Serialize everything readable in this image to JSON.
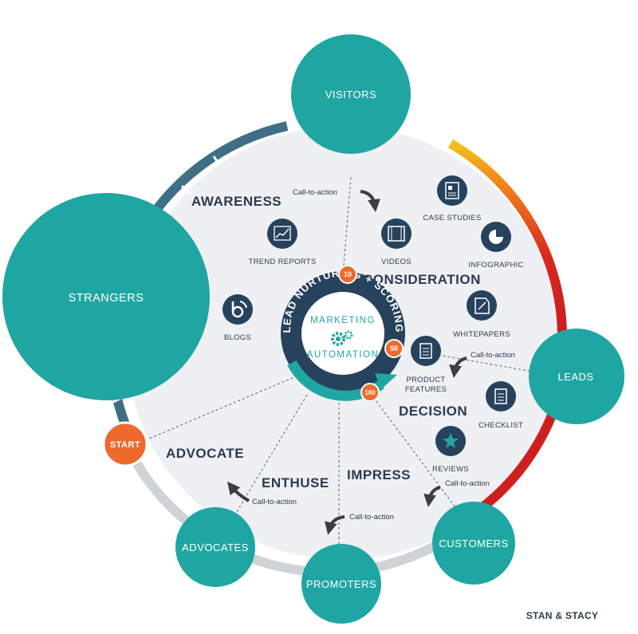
{
  "colors": {
    "teal": "#1fa6a2",
    "navy": "#26425c",
    "orange": "#ec6a2c",
    "ring_gray": "#d0d3d6",
    "ring_blue": "#3f6f84",
    "text": "#2d3a4f"
  },
  "nodes": {
    "visitors": "VISITORS",
    "strangers": "STRANGERS",
    "leads": "LEADS",
    "customers": "CUSTOMERS",
    "promoters": "PROMOTERS",
    "advocates": "ADVOCATES"
  },
  "stages": {
    "awareness": "AWARENESS",
    "consideration": "CONSIDERATION",
    "decision": "DECISION",
    "advocate": "ADVOCATE",
    "enthuse": "ENTHUSE",
    "impress": "IMPRESS"
  },
  "content": {
    "trend_reports": "TREND REPORTS",
    "blogs": "BLOGS",
    "videos": "VIDEOS",
    "case_studies": "CASE STUDIES",
    "infographic": "INFOGRAPHIC",
    "whitepapers": "WHITEPAPERS",
    "product_features_1": "PRODUCT",
    "product_features_2": "FEATURES",
    "checklist": "CHECKLIST",
    "reviews": "REVIEWS"
  },
  "cta": {
    "top": "Call-to-action",
    "leads": "Call-to-action",
    "customers": "Call-to-action",
    "promoters": "Call-to-action",
    "advocates": "Call-to-action"
  },
  "scores": {
    "s10": "10",
    "s50": "50",
    "s100": "100"
  },
  "start": "START",
  "hub": {
    "outer_text": "LEAD NURTURING + SCORING",
    "line1": "MARKETING",
    "line2": "AUTOMATION",
    "icon": "gears-icon"
  },
  "brand": "STAN & STACY"
}
